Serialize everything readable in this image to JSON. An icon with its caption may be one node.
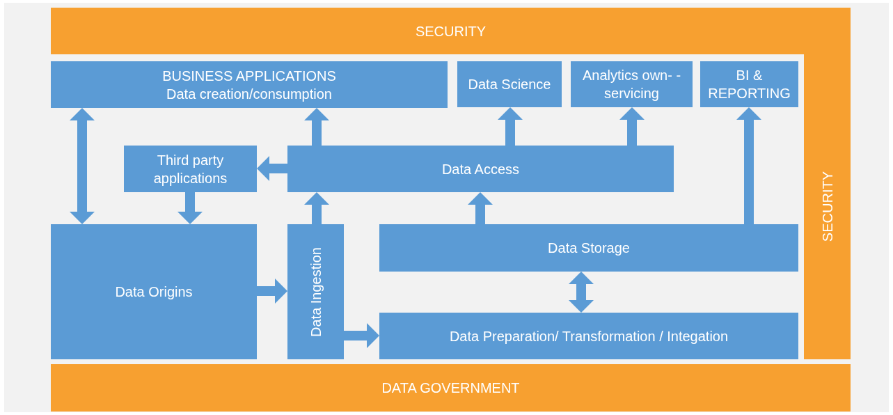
{
  "diagram": {
    "nodes": [
      {
        "text": [
          "SECURITY"
        ]
      },
      {
        "text": [
          "SECURITY"
        ]
      },
      {
        "text": [
          "BUSINESS APPLICATIONS",
          "Data creation/consumption"
        ]
      },
      {
        "text": [
          "Data Science"
        ]
      },
      {
        "text": [
          "Analytics own- - servicing"
        ]
      },
      {
        "text": [
          "BI & REPORTING"
        ]
      },
      {
        "text": [
          "Third party applications"
        ]
      },
      {
        "text": [
          "Data Access"
        ]
      },
      {
        "text": [
          "Data Origins"
        ]
      },
      {
        "text": [
          "Data Ingestion"
        ]
      },
      {
        "text": [
          "Data Storage"
        ]
      },
      {
        "text": [
          "Data Preparation/ Transformation / Integation"
        ]
      },
      {
        "text": [
          "DATA GOVERNMENT"
        ]
      }
    ],
    "edges": [
      {
        "from": 2,
        "to": 8,
        "arrow": "both"
      },
      {
        "from": 7,
        "to": 2,
        "arrow": "to"
      },
      {
        "from": 7,
        "to": 3,
        "arrow": "to"
      },
      {
        "from": 7,
        "to": 4,
        "arrow": "to"
      },
      {
        "from": 10,
        "to": 5,
        "arrow": "to"
      },
      {
        "from": 7,
        "to": 6,
        "arrow": "to"
      },
      {
        "from": 6,
        "to": 8,
        "arrow": "to"
      },
      {
        "from": 9,
        "to": 7,
        "arrow": "to"
      },
      {
        "from": 10,
        "to": 7,
        "arrow": "to"
      },
      {
        "from": 8,
        "to": 9,
        "arrow": "to"
      },
      {
        "from": 9,
        "to": 11,
        "arrow": "to"
      },
      {
        "from": 10,
        "to": 11,
        "arrow": "both"
      }
    ]
  }
}
